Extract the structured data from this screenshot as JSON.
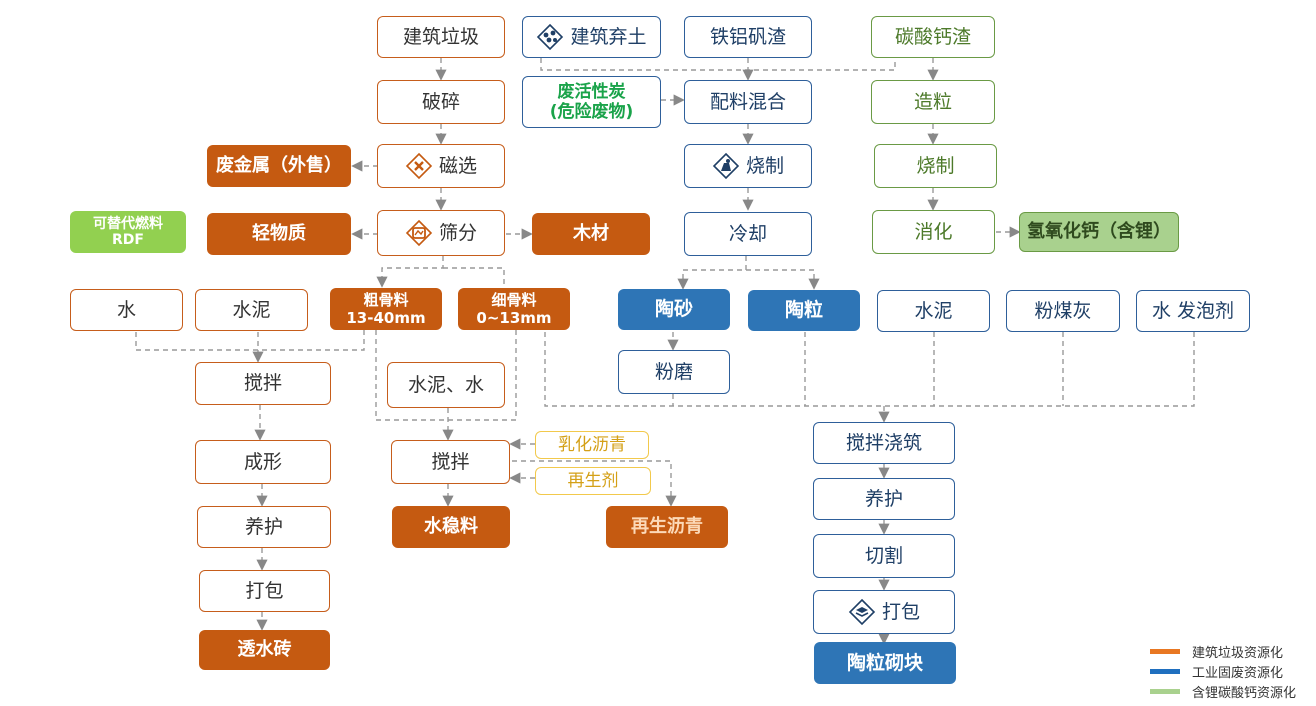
{
  "colors": {
    "orange": "#c55a11",
    "blue": "#2e75b6",
    "green": "#a9d18e",
    "yellow": "#f2c94c"
  },
  "c_waste": {
    "label": "建筑垃圾"
  },
  "c_crush": {
    "label": "破碎"
  },
  "c_magnet": {
    "label": "磁选"
  },
  "c_screen": {
    "label": "筛分"
  },
  "waste_metal": {
    "label": "废金属（外售）"
  },
  "light_matter": {
    "label": "轻物质"
  },
  "rdf": {
    "line1": "可替代燃料",
    "line2": "RDF"
  },
  "wood": {
    "label": "木材"
  },
  "water_a": {
    "label": "水"
  },
  "cement_a": {
    "label": "水泥"
  },
  "coarse": {
    "line1": "粗骨料",
    "line2": "13-40mm"
  },
  "fine": {
    "line1": "细骨料",
    "line2": "0~13mm"
  },
  "mix_a": {
    "label": "搅拌"
  },
  "form": {
    "label": "成形"
  },
  "cure_a": {
    "label": "养护"
  },
  "pack_a": {
    "label": "打包"
  },
  "brick": {
    "label": "透水砖"
  },
  "cement_water": {
    "label": "水泥、水"
  },
  "mix_b": {
    "label": "搅拌"
  },
  "emulsified": {
    "label": "乳化沥青"
  },
  "regen_agent": {
    "label": "再生剂"
  },
  "stable": {
    "label": "水稳料"
  },
  "recycled_asphalt": {
    "label": "再生沥青"
  },
  "soil": {
    "label": "建筑弃土"
  },
  "red_mud": {
    "label": "铁铝矾渣"
  },
  "carbon": {
    "line1": "废活性炭",
    "line2": "(危险废物)"
  },
  "batch": {
    "label": "配料混合"
  },
  "sinter": {
    "label": "烧制"
  },
  "cool": {
    "label": "冷却"
  },
  "ceramsite_sand": {
    "label": "陶砂"
  },
  "ceramsite": {
    "label": "陶粒"
  },
  "grind": {
    "label": "粉磨"
  },
  "cement_b": {
    "label": "水泥"
  },
  "flyash": {
    "label": "粉煤灰"
  },
  "foam": {
    "label": "水 发泡剂"
  },
  "pour": {
    "label": "搅拌浇筑"
  },
  "cure_b": {
    "label": "养护"
  },
  "cut": {
    "label": "切割"
  },
  "pack_b": {
    "label": "打包"
  },
  "block": {
    "label": "陶粒砌块"
  },
  "caco3": {
    "label": "碳酸钙渣"
  },
  "granulate": {
    "label": "造粒"
  },
  "sinter_g": {
    "label": "烧制"
  },
  "slake": {
    "label": "消化"
  },
  "lioh": {
    "label": "氢氧化钙（含锂）"
  },
  "legend": [
    {
      "label": "建筑垃圾资源化",
      "color": "#e87722"
    },
    {
      "label": "工业固废资源化",
      "color": "#1f6fbf"
    },
    {
      "label": "含锂碳酸钙资源化",
      "color": "#a9d18e"
    }
  ]
}
